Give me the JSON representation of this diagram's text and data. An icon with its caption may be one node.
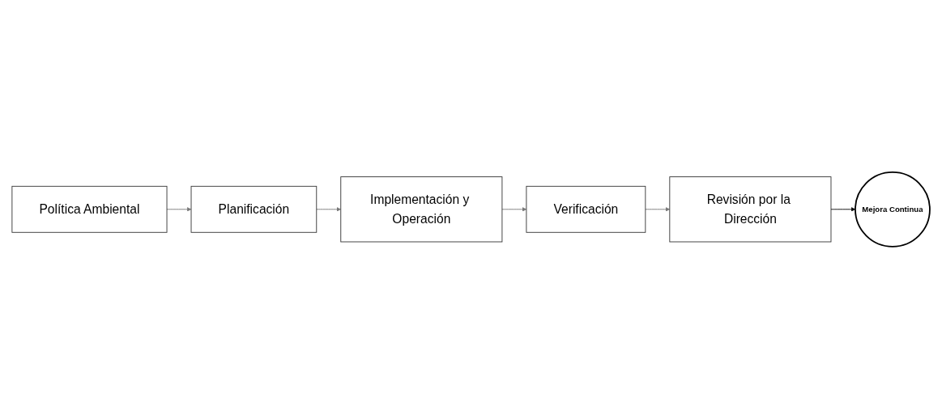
{
  "diagram": {
    "nodes": [
      {
        "text": [
          "Política Ambiental"
        ]
      },
      {
        "text": [
          "Planificación"
        ]
      },
      {
        "text": [
          "Implementación y Operación"
        ]
      },
      {
        "text": [
          "Verificación"
        ]
      },
      {
        "text": [
          "Revisión por la Dirección"
        ]
      },
      {
        "text": [
          "Mejora Continua"
        ]
      }
    ],
    "edges": [
      {
        "from": 0,
        "to": 1,
        "arrow": "to"
      },
      {
        "from": 1,
        "to": 2,
        "arrow": "to"
      },
      {
        "from": 2,
        "to": 3,
        "arrow": "to"
      },
      {
        "from": 3,
        "to": 4,
        "arrow": "to"
      },
      {
        "from": 4,
        "to": 5,
        "arrow": "to",
        "color": "#000000"
      }
    ]
  }
}
